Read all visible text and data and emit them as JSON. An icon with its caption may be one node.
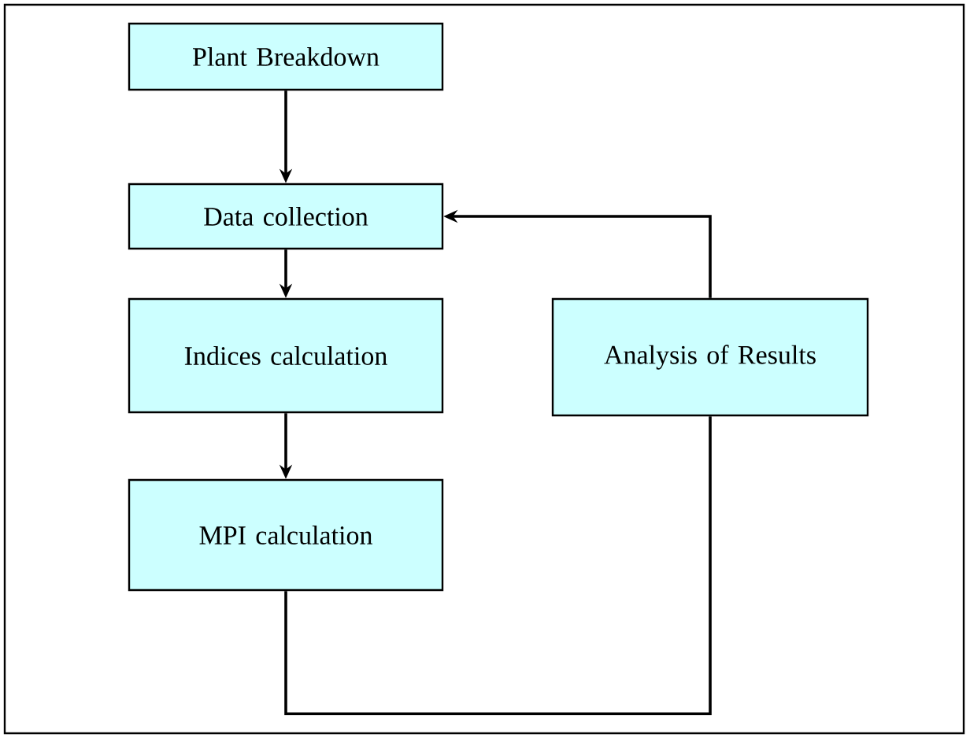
{
  "diagram": {
    "nodes": [
      {
        "text": [
          "Plant Breakdown"
        ]
      },
      {
        "text": [
          "Data collection"
        ]
      },
      {
        "text": [
          "Indices calculation"
        ]
      },
      {
        "text": [
          "MPI calculation"
        ]
      },
      {
        "text": [
          "Analysis of Results"
        ]
      }
    ],
    "edges": [
      {
        "from": 0,
        "to": 1,
        "arrow": "to"
      },
      {
        "from": 1,
        "to": 2,
        "arrow": "to"
      },
      {
        "from": 2,
        "to": 3,
        "arrow": "to"
      },
      {
        "from": 3,
        "to": 4,
        "arrow": "none"
      },
      {
        "from": 4,
        "to": 1,
        "arrow": "to"
      }
    ]
  }
}
